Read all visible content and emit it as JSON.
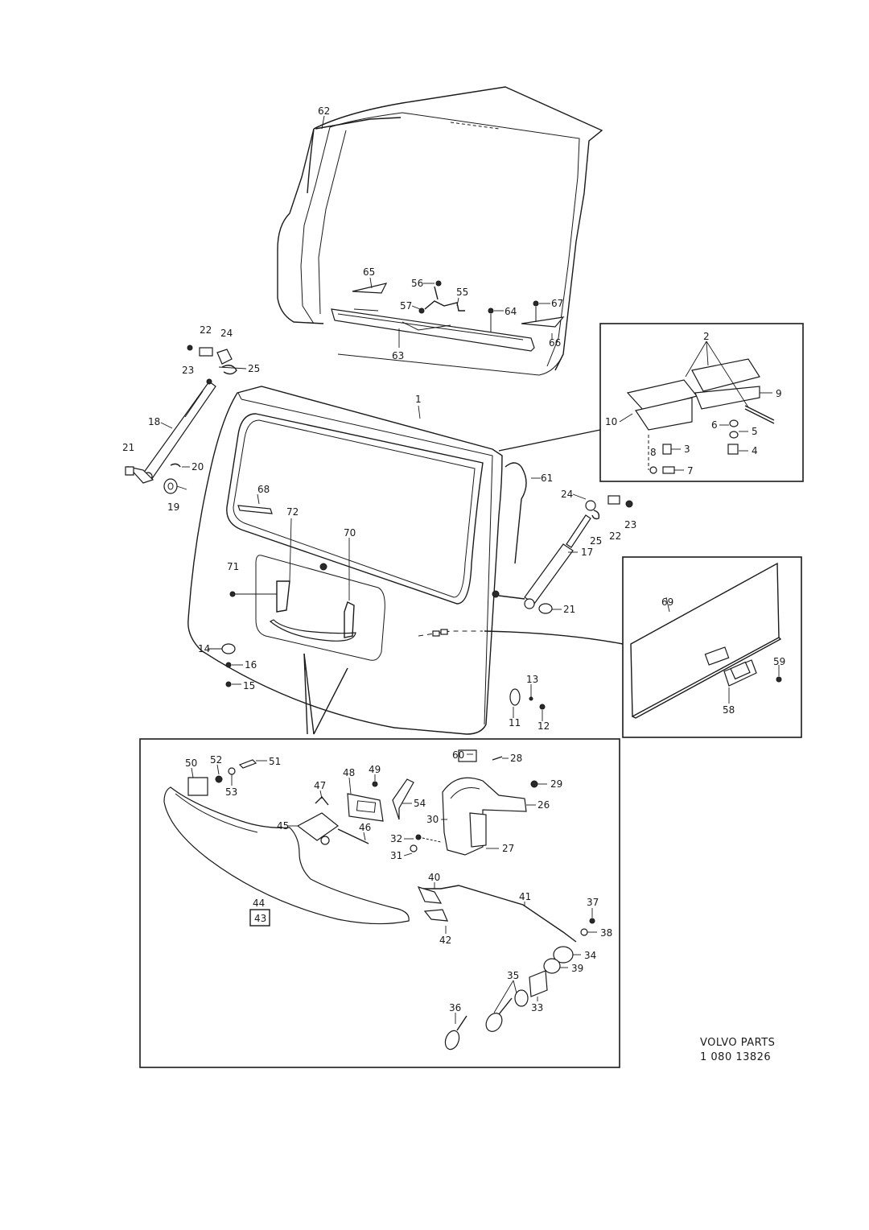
{
  "credit": {
    "line1": "VOLVO PARTS",
    "line2": "1 080 13826"
  },
  "callouts": {
    "p1": "1",
    "p2": "2",
    "p3": "3",
    "p4": "4",
    "p5": "5",
    "p6": "6",
    "p7": "7",
    "p8": "8",
    "p9": "9",
    "p10": "10",
    "p11": "11",
    "p12": "12",
    "p13": "13",
    "p14": "14",
    "p15": "15",
    "p16": "16",
    "p17": "17",
    "p18": "18",
    "p19": "19",
    "p20": "20",
    "p21a": "21",
    "p21b": "21",
    "p22a": "22",
    "p22b": "22",
    "p23a": "23",
    "p23b": "23",
    "p24a": "24",
    "p24b": "24",
    "p25a": "25",
    "p25b": "25",
    "p26": "26",
    "p27": "27",
    "p28": "28",
    "p29": "29",
    "p30": "30",
    "p31": "31",
    "p32": "32",
    "p33": "33",
    "p34": "34",
    "p35": "35",
    "p36": "36",
    "p37": "37",
    "p38": "38",
    "p39": "39",
    "p40": "40",
    "p41": "41",
    "p42": "42",
    "p43": "43",
    "p44": "44",
    "p45": "45",
    "p46": "46",
    "p47": "47",
    "p48": "48",
    "p49": "49",
    "p50": "50",
    "p51": "51",
    "p52": "52",
    "p53": "53",
    "p54": "54",
    "p55": "55",
    "p56": "56",
    "p57": "57",
    "p58": "58",
    "p59": "59",
    "p60": "60",
    "p61": "61",
    "p62": "62",
    "p63": "63",
    "p64": "64",
    "p65": "65",
    "p66": "66",
    "p67": "67",
    "p68": "68",
    "p69": "69",
    "p70": "70",
    "p71": "71",
    "p72": "72"
  }
}
